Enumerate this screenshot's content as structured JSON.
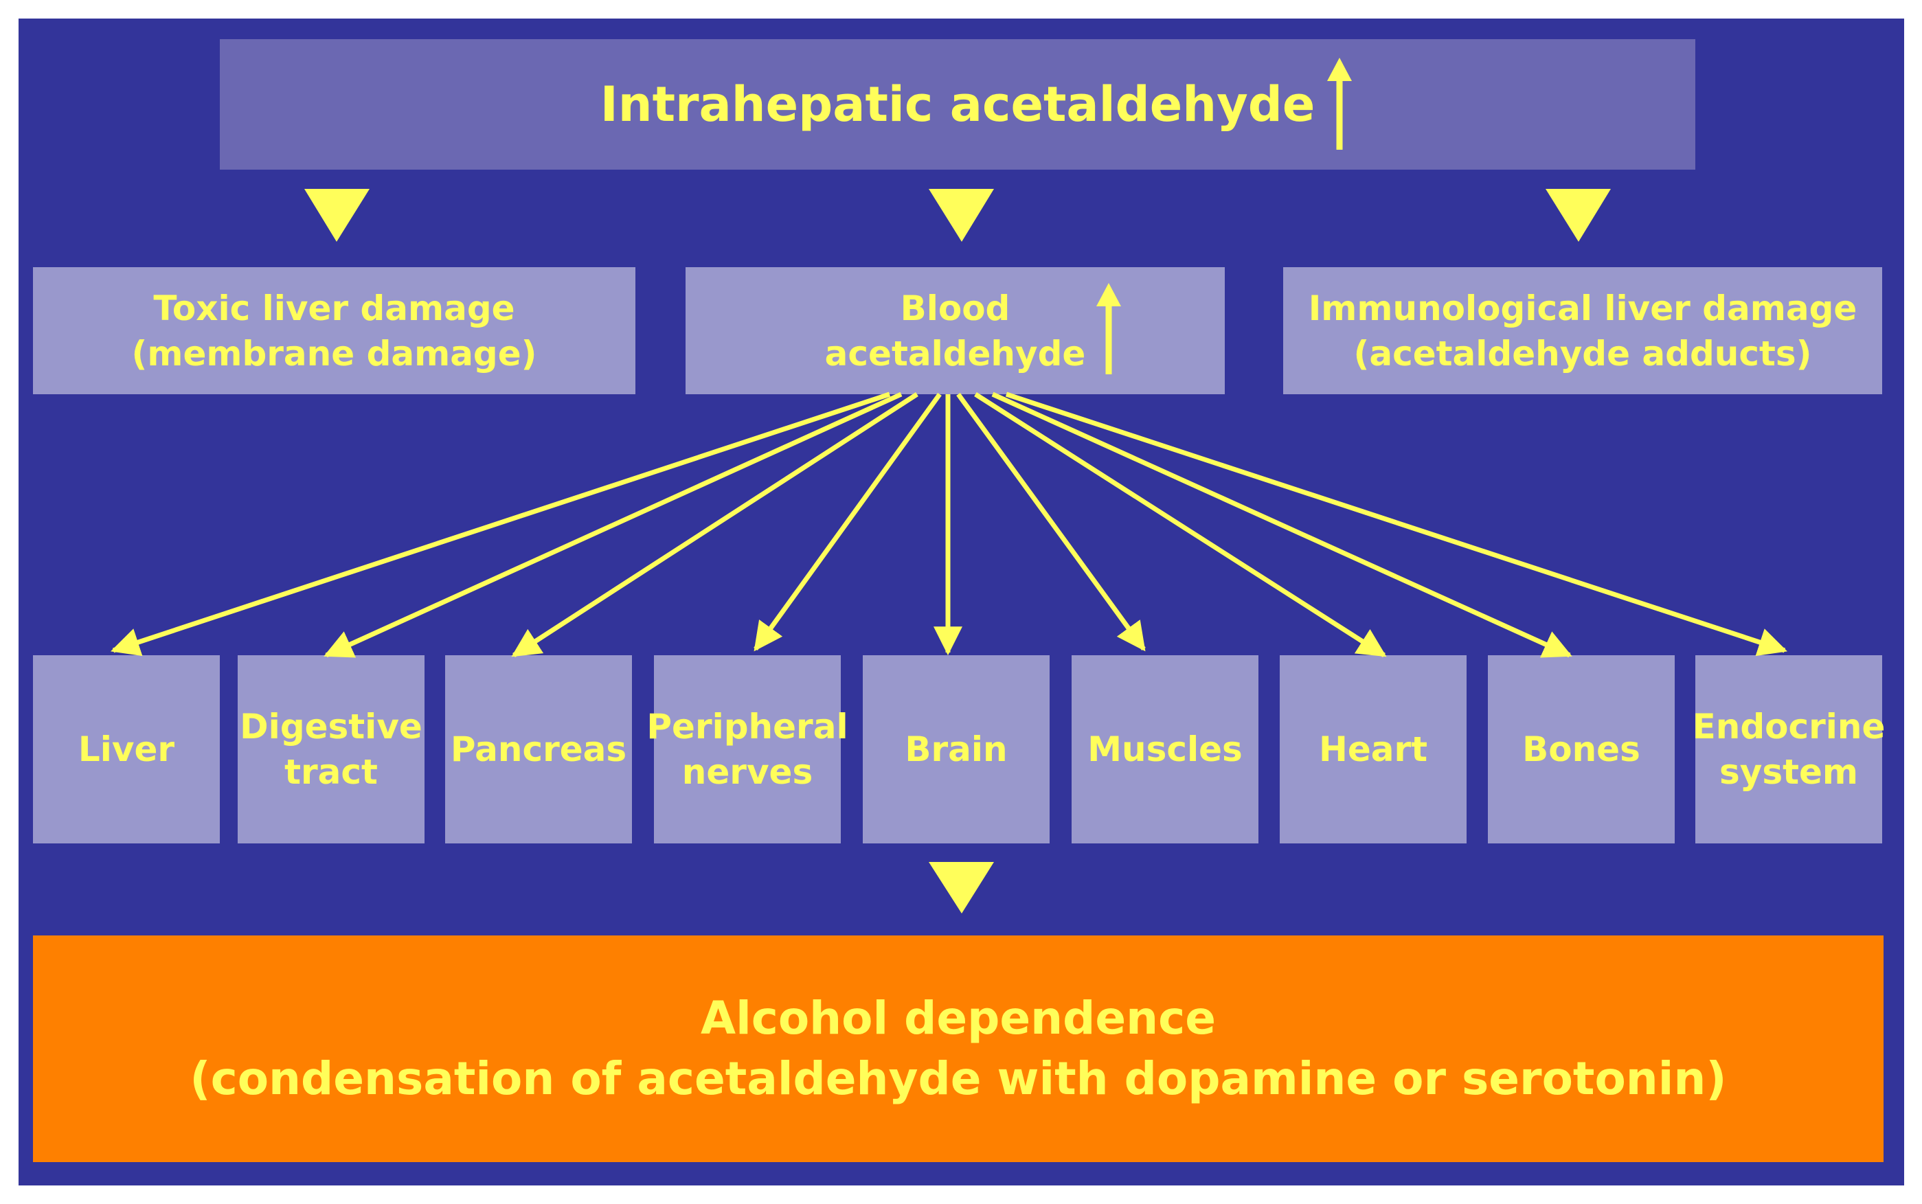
{
  "top": {
    "title": "Intrahepatic acetaldehyde"
  },
  "middle": {
    "toxic_line1": "Toxic liver damage",
    "toxic_line2": "(membrane damage)",
    "blood_line1": "Blood",
    "blood_line2": "acetaldehyde",
    "immuno_line1": "Immunological liver damage",
    "immuno_line2": "(acetaldehyde adducts)"
  },
  "organs": [
    {
      "line1": "Liver",
      "line2": ""
    },
    {
      "line1": "Digestive",
      "line2": "tract"
    },
    {
      "line1": "Pancreas",
      "line2": ""
    },
    {
      "line1": "Peripheral",
      "line2": "nerves"
    },
    {
      "line1": "Brain",
      "line2": ""
    },
    {
      "line1": "Muscles",
      "line2": ""
    },
    {
      "line1": "Heart",
      "line2": ""
    },
    {
      "line1": "Bones",
      "line2": ""
    },
    {
      "line1": "Endocrine",
      "line2": "system"
    }
  ],
  "outcome": {
    "line1": "Alcohol dependence",
    "line2": "(condensation of acetaldehyde with dopamine or serotonin)"
  },
  "colors": {
    "background": "#33349a",
    "box": "#9998cc",
    "top_box": "#6b68b2",
    "outcome_box": "#fe8000",
    "text_and_arrows": "#fffe5a"
  }
}
